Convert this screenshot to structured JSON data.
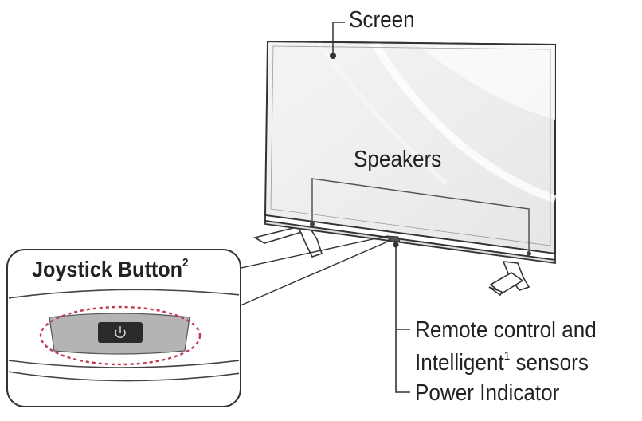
{
  "labels": {
    "screen": "Screen",
    "speakers": "Speakers",
    "joystick": "Joystick Button",
    "joystick_sup": "2",
    "remote_line1": "Remote control and",
    "remote_line2_a": "Intelligent",
    "remote_line2_sup": "1",
    "remote_line2_b": " sensors",
    "power": "Power Indicator"
  },
  "colors": {
    "line": "#333333",
    "callout_dash": "#c0394f",
    "button_body": "#b4b4b4",
    "button_key": "#2a2a2a"
  },
  "icons": {
    "power_icon": "power-symbol"
  }
}
